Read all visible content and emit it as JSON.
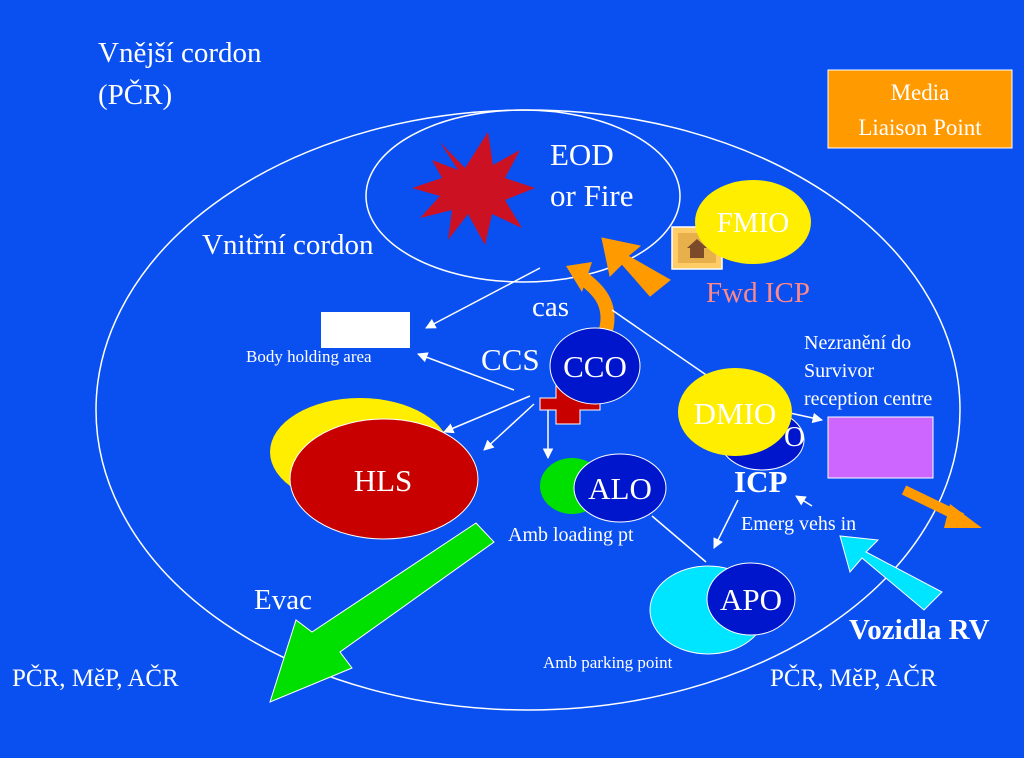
{
  "labels": {
    "outer_cordon_line1": "Vnější cordon",
    "outer_cordon_line2": "(PČR)",
    "media_line1": "Media",
    "media_line2": "Liaison Point",
    "eod_line1": "EOD",
    "eod_line2": "or Fire",
    "inner_cordon": "Vnitřní cordon",
    "fmio": "FMIO",
    "fwd_icp": "Fwd ICP",
    "cas": "cas",
    "ccs": "CCS",
    "cco": "CCO",
    "body_holding": "Body holding area",
    "nezraneni_line1": "Nezranění do",
    "nezraneni_line2": "Survivor",
    "nezraneni_line3": "reception centre",
    "dmio": "DMIO",
    "hidden_o": "O",
    "icp": "ICP",
    "hls": "HLS",
    "alo": "ALO",
    "amb_loading": "Amb loading pt",
    "emerg_vehs": "Emerg vehs in",
    "evac": "Evac",
    "apo": "APO",
    "vozidla": "Vozidla RV",
    "amb_parking": "Amb parking point",
    "left_agencies": "PČR, MěP, AČR",
    "right_agencies": "PČR, MěP, AČR"
  },
  "colors": {
    "background": "#0a50f0",
    "media_box": "#ff9a00",
    "explosion": "#cc1122",
    "yellow": "#ffee00",
    "dark_blue": "#0016cc",
    "red": "#c80000",
    "green": "#00e000",
    "cyan": "#00e5ff",
    "violet": "#cc66ff",
    "orange": "#ff9a00",
    "fwd_icp_text": "#ff8888"
  },
  "icons": {
    "explosion": "explosion-burst-icon",
    "command_post": "house-icon"
  }
}
